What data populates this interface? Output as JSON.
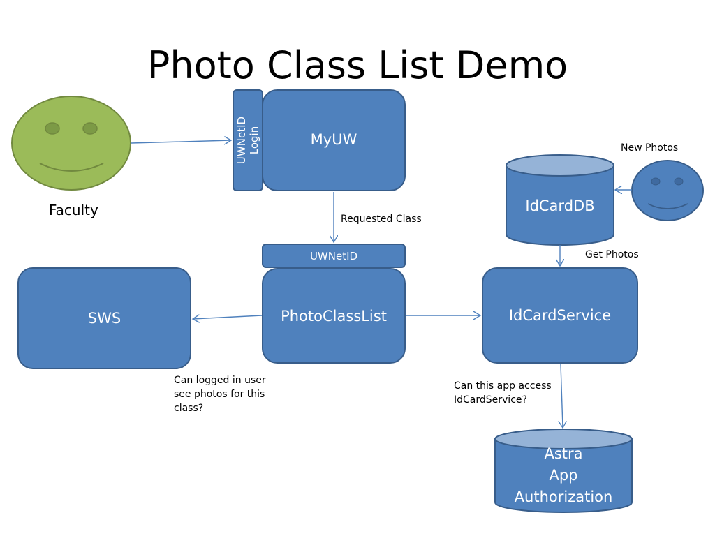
{
  "title": "Photo Class List Demo",
  "actors": {
    "faculty": {
      "label": "Faculty"
    },
    "new_photos": {
      "label": "New Photos"
    }
  },
  "nodes": {
    "uwnetid_login": "UWNetID\nLogin",
    "myuw": "MyUW",
    "uwnetid": "UWNetID",
    "photoclasslist": "PhotoClassList",
    "sws": "SWS",
    "idcardservice": "IdCardService",
    "idcarddb": "IdCardDB",
    "astra": "Astra\nApp\nAuthorization"
  },
  "edge_labels": {
    "requested_class": "Requested Class",
    "get_photos": "Get Photos",
    "can_logged_in": "Can logged in user\nsee photos for this\nclass?",
    "can_this_app": "Can this app access\nIdCardService?"
  },
  "colors": {
    "box_fill": "#4f81bd",
    "box_border": "#385d8a",
    "cylinder_top": "#95b3d7",
    "face_fill": "#9bbb59",
    "face_border": "#71893f",
    "arrow": "#4f81bd"
  }
}
